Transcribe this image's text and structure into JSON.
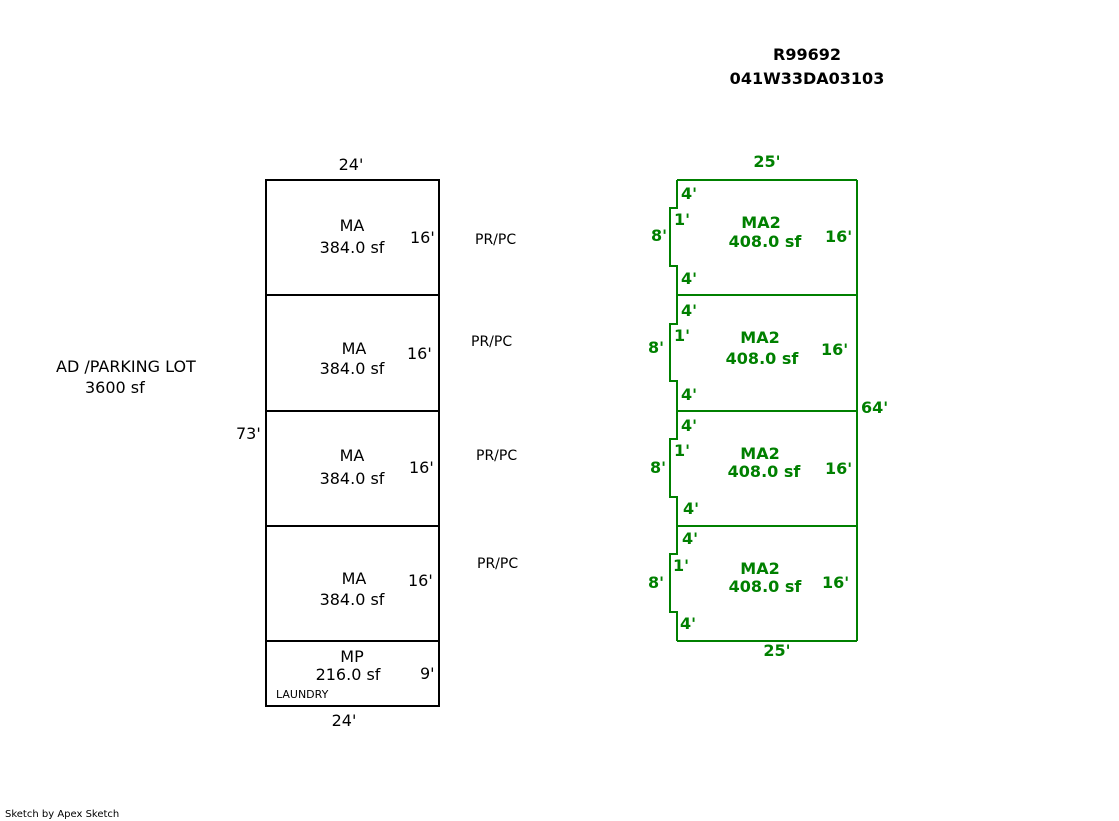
{
  "header": {
    "record_id": "R99692",
    "parcel_id": "041W33DA03103"
  },
  "left_building": {
    "top_width": "24'",
    "bottom_width": "24'",
    "total_height": "73'",
    "rooms": [
      {
        "code": "MA",
        "area": "384.0 sf",
        "height": "16'"
      },
      {
        "code": "MA",
        "area": "384.0 sf",
        "height": "16'"
      },
      {
        "code": "MA",
        "area": "384.0 sf",
        "height": "16'"
      },
      {
        "code": "MA",
        "area": "384.0 sf",
        "height": "16'"
      },
      {
        "code": "MP",
        "area": "216.0 sf",
        "height": "9'",
        "note": "LAUNDRY"
      }
    ]
  },
  "parking": {
    "label": "AD /PARKING LOT",
    "area": "3600 sf"
  },
  "porch_labels": [
    "PR/PC",
    "PR/PC",
    "PR/PC",
    "PR/PC"
  ],
  "right_building": {
    "top_width": "25'",
    "bottom_width": "25'",
    "total_height": "64'",
    "rooms": [
      {
        "code": "MA2",
        "area": "408.0 sf",
        "height": "16'",
        "left": "8'",
        "notch": "1'",
        "upper": "4'",
        "lower": "4'"
      },
      {
        "code": "MA2",
        "area": "408.0 sf",
        "height": "16'",
        "left": "8'",
        "notch": "1'",
        "upper": "4'",
        "lower": "4'"
      },
      {
        "code": "MA2",
        "area": "408.0 sf",
        "height": "16'",
        "left": "8'",
        "notch": "1'",
        "upper": "4'",
        "lower": "4'"
      },
      {
        "code": "MA2",
        "area": "408.0 sf",
        "height": "16'",
        "left": "8'",
        "notch": "1'",
        "upper": "4'",
        "lower": "4'"
      }
    ]
  },
  "colors": {
    "left_stroke": "#000000",
    "right_stroke": "#008000"
  },
  "footer": {
    "credit": "Sketch by Apex Sketch"
  }
}
